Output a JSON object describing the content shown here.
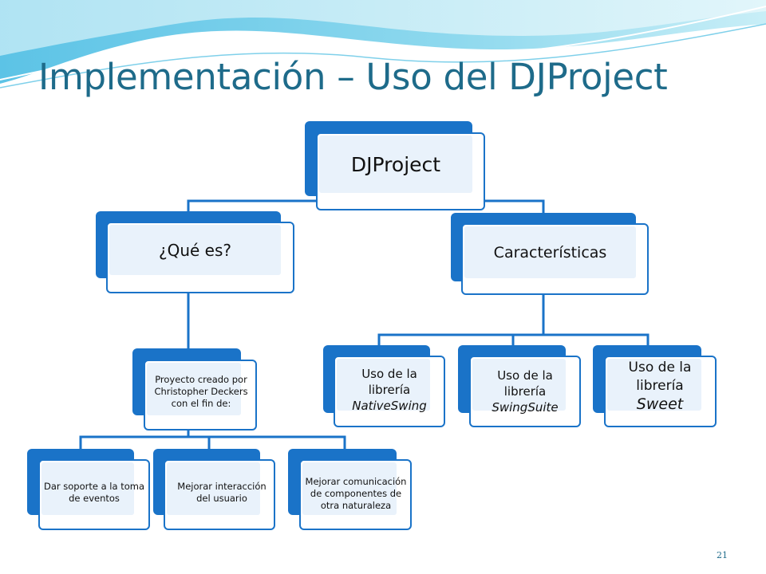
{
  "slide": {
    "title": "Implementación – Uso del DJProject",
    "page_number": "21"
  },
  "diagram": {
    "root": {
      "label": "DJProject"
    },
    "what": {
      "label": "¿Qué es?",
      "description": "Proyecto creado por Christopher Deckers con el fin de:",
      "purposes": [
        "Dar soporte a la toma de eventos",
        "Mejorar interacción del usuario",
        "Mejorar comunicación de componentes de otra naturaleza"
      ]
    },
    "features": {
      "label": "Características",
      "items": [
        {
          "line1": "Uso de la",
          "line2": "librería",
          "line3": "NativeSwing"
        },
        {
          "line1": "Uso de la",
          "line2": "librería",
          "line3": "SwingSuite"
        },
        {
          "line1": "Uso de la",
          "line2": "librería",
          "line3": "Sweet"
        }
      ]
    }
  },
  "colors": {
    "accent": "#1a73c8",
    "title": "#1e6b8a",
    "box_tint": "#e9f2fb"
  }
}
